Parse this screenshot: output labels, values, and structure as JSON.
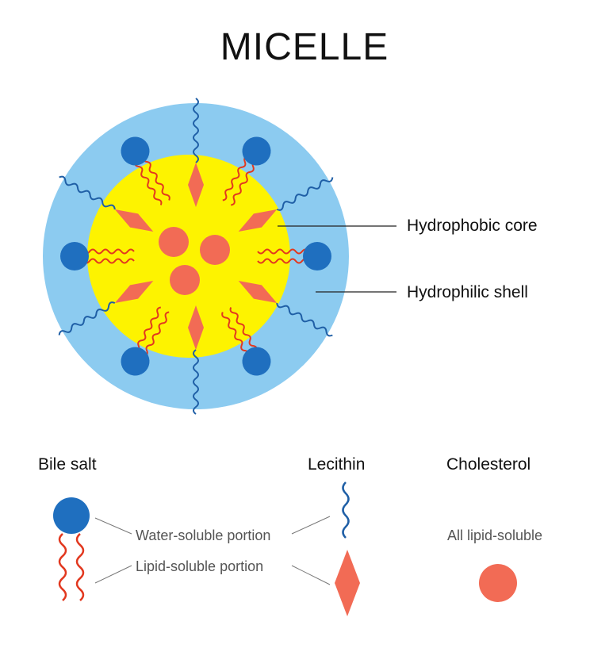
{
  "title": "MICELLE",
  "labels": {
    "core": "Hydrophobic core",
    "shell": "Hydrophilic shell"
  },
  "legend": {
    "bile_salt": "Bile salt",
    "lecithin": "Lecithin",
    "cholesterol": "Cholesterol",
    "water_soluble": "Water-soluble portion",
    "lipid_soluble": "Lipid-soluble portion",
    "all_lipid": "All lipid-soluble"
  },
  "colors": {
    "shell": "#8ccbf0",
    "core": "#fdf300",
    "head": "#1f6fbf",
    "lipid": "#f26b55",
    "wave_blue": "#1f5fa6",
    "wave_red": "#e2381f"
  }
}
